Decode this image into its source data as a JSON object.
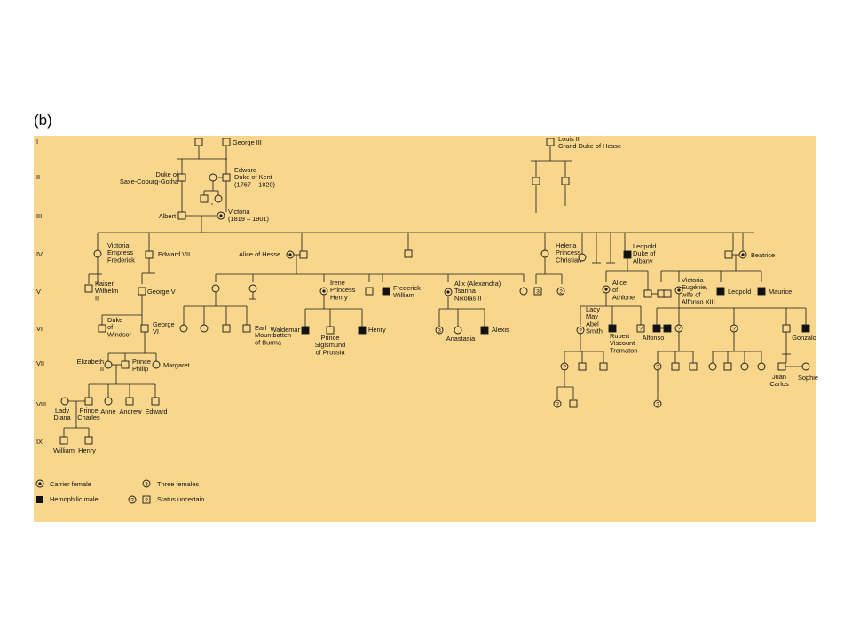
{
  "panel_label": "(b)",
  "colors": {
    "panel": "#f8d68c",
    "line": "#1a1a1a",
    "affected": "#111111"
  },
  "generations": [
    "I",
    "II",
    "III",
    "IV",
    "V",
    "VI",
    "VII",
    "VIII",
    "IX"
  ],
  "people": {
    "george3": [
      "George III"
    ],
    "louis2": [
      "Louis II",
      "Grand Duke of Hesse"
    ],
    "duke_saxe": [
      "Duke of",
      "Saxe-Coburg-Gotha"
    ],
    "edward_kent": [
      "Edward",
      "Duke of Kent",
      "(1767 – 1820)"
    ],
    "albert": [
      "Albert"
    ],
    "victoria": [
      "Victoria",
      "(1819 – 1901)"
    ],
    "victoria_empress": [
      "Victoria",
      "Empress",
      "Frederick"
    ],
    "edward7": [
      "Edward VII"
    ],
    "alice_hesse": [
      "Alice of Hesse"
    ],
    "helena": [
      "Helena",
      "Princess",
      "Christian"
    ],
    "leopold_albany": [
      "Leopold",
      "Duke of",
      "Albany"
    ],
    "beatrice": [
      "Beatrice"
    ],
    "kaiser": [
      "Kaiser",
      "Wilhelm",
      "II"
    ],
    "george5": [
      "George V"
    ],
    "irene": [
      "Irene",
      "Princess",
      "Henry"
    ],
    "frederick_william": [
      "Frederick",
      "William"
    ],
    "alix": [
      "Alix (Alexandra)",
      "Tsarina",
      "Nikolas II"
    ],
    "alice_athlone": [
      "Alice",
      "of",
      "Athlone"
    ],
    "victoria_eugenie": [
      "Victoria",
      "Eugénie,",
      "wife of",
      "Alfonso XIII"
    ],
    "leopold2": [
      "Leopold"
    ],
    "maurice": [
      "Maurice"
    ],
    "duke_windsor": [
      "Duke",
      "of",
      "Windsor"
    ],
    "george6": [
      "George",
      "VI"
    ],
    "mountbatten": [
      "Earl",
      "Mountbatten",
      "of Burma"
    ],
    "waldemar": [
      "Waldemar"
    ],
    "sigismund": [
      "Prince",
      "Sigismund",
      "of Prussia"
    ],
    "henry_prussia": [
      "Henry"
    ],
    "anastasia": [
      "Anastasia"
    ],
    "alexis": [
      "Alexis"
    ],
    "lady_may": [
      "Lady",
      "May",
      "Abel",
      "Smith"
    ],
    "rupert": [
      "Rupert",
      "Viscount",
      "Trematon"
    ],
    "alfonso": [
      "Alfonso"
    ],
    "gonzalo": [
      "Gonzalo"
    ],
    "elizabeth2": [
      "Elizabeth",
      "II"
    ],
    "philip": [
      "Prince",
      "Philip"
    ],
    "margaret": [
      "Margaret"
    ],
    "juan_carlos": [
      "Juan",
      "Carlos"
    ],
    "sophie": [
      "Sophie"
    ],
    "diana": [
      "Lady",
      "Diana"
    ],
    "charles": [
      "Prince",
      "Charles"
    ],
    "anne": [
      "Anne"
    ],
    "andrew": [
      "Andrew"
    ],
    "edward_jr": [
      "Edward"
    ],
    "william": [
      "William"
    ],
    "henry": [
      "Henry"
    ]
  },
  "symbol_numbers": {
    "three": "3",
    "two": "2",
    "q": "?"
  },
  "legend": {
    "carrier": "Carrier female",
    "hemophilic": "Hemophilic male",
    "three": "Three females",
    "uncertain": "Status uncertain",
    "three_symbol": "3",
    "q_symbol": "?"
  }
}
